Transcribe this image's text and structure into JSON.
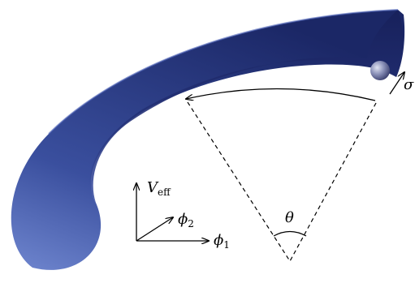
{
  "labels": {
    "v_eff_main": "V",
    "v_eff_sub": "eff",
    "phi2_main": "ϕ",
    "phi2_sub": "2",
    "phi1_main": "ϕ",
    "phi1_sub": "1",
    "theta": "θ",
    "sigma": "σ"
  },
  "colors": {
    "trough_light": "#6f86cf",
    "trough_mid": "#2e3f8a",
    "trough_dark": "#141d52",
    "trough_inner": "#1f2b6b",
    "ball": "#8a90b8",
    "lines": "#000000"
  }
}
